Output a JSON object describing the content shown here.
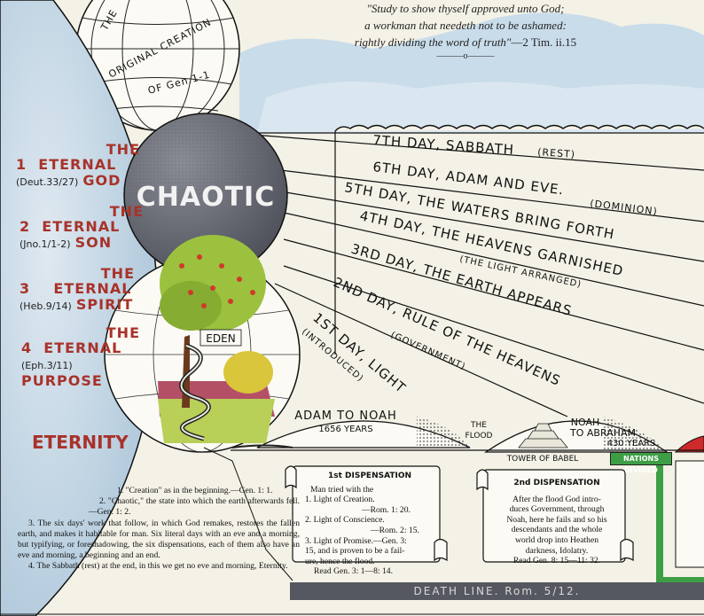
{
  "verse": {
    "line1": "\"Study to show thyself approved unto God;",
    "line2": "a workman that needeth not to be ashamed:",
    "line3": "rightly dividing the word of truth\"",
    "ref": "—2 Tim. ii.15"
  },
  "globe": {
    "line1": "THE",
    "line2": "ORIGINAL CREATION",
    "line3": "OF Gen.1-1"
  },
  "chaotic": "CHAOTIC",
  "eden": "EDEN",
  "eternal": [
    {
      "num": "1",
      "line1": "THE",
      "line2": "ETERNAL",
      "line3": "GOD",
      "ref": "(Deut.33/27)"
    },
    {
      "num": "2",
      "line1": "THE",
      "line2": "ETERNAL",
      "line3": "SON",
      "ref": "(Jno.1/1-2)"
    },
    {
      "num": "3",
      "line1": "THE",
      "line2": "ETERNAL",
      "line3": "SPIRIT",
      "ref": "(Heb.9/14)"
    },
    {
      "num": "4",
      "line1": "THE",
      "line2": "ETERNAL",
      "line3": "PURPOSE",
      "ref": "(Eph.3/11)"
    }
  ],
  "eternity": "ETERNITY",
  "days": [
    {
      "label": "7TH DAY, SABBATH",
      "sub": "(REST)"
    },
    {
      "label": "6TH DAY, ADAM AND EVE.",
      "sub": "(DOMINION)"
    },
    {
      "label": "5TH DAY, THE WATERS BRING FORTH",
      "sub": ""
    },
    {
      "label": "4TH DAY, THE HEAVENS GARNISHED",
      "sub": "(THE LIGHT ARRANGED)"
    },
    {
      "label": "3RD DAY, THE EARTH APPEARS",
      "sub": ""
    },
    {
      "label": "2ND DAY, RULE OF THE HEAVENS",
      "sub": "(GOVERNMENT)"
    },
    {
      "label": "1ST DAY, LIGHT",
      "sub": "(INTRODUCED)"
    }
  ],
  "adam_noah": {
    "title": "ADAM TO NOAH",
    "years": "1656 YEARS"
  },
  "flood": {
    "line1": "THE",
    "line2": "FLOOD"
  },
  "noah_abraham": {
    "line1": "NOAH",
    "line2": "TO ABRAHAM",
    "years": "430 YEARS"
  },
  "tower": "TOWER OF BABEL",
  "nations": "NATIONS DIVIDED",
  "notes": {
    "p1": "1. \"Creation\" as in the beginning.—Gen. 1: 1.",
    "p2": "2. \"Chaotic,\" the state into which the earth afterwards fell.—Gen. 1: 2.",
    "p3": "3. The six days' work that follow, in which God remakes, restores the fallen earth, and makes it habitable for man. Six literal days with an eve and a morning, but typifying, or foreshadowing, the six dispensations, each of them also have an eve and morning, a beginning and an end.",
    "p4": "4. The Sabbath (rest) at the end, in this we get no eve and morning, Eternity."
  },
  "disp1": {
    "title": "1st DISPENSATION",
    "l1": "Man tried with the",
    "l2": "1. Light of Creation.",
    "l3": "—Rom. 1: 20.",
    "l4": "2. Light of Conscience.",
    "l5": "—Rom. 2: 15.",
    "l6": "3. Light of Promise.—Gen. 3:",
    "l7": "15, and is proven to be a fail-",
    "l8": "ure, hence the flood.",
    "l9": "Read Gen. 3: 1—8: 14."
  },
  "disp2": {
    "title": "2nd DISPENSATION",
    "l1": "After the flood God intro-",
    "l2": "duces Government, through",
    "l3": "Noah, here he fails and so his",
    "l4": "descendants and the whole",
    "l5": "world drop into Heathen",
    "l6": "darkness, Idolatry.",
    "l7": "Read Gen. 8: 15—11: 32."
  },
  "deathline": "DEATH LINE. Rom. 5/12."
}
